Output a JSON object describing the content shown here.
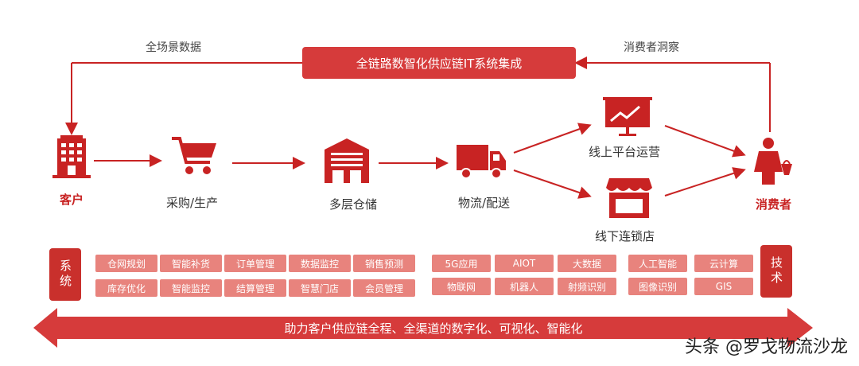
{
  "top": {
    "integration": "全链路数智化供应链IT系统集成",
    "left_label": "全场景数据",
    "right_label": "消费者洞察"
  },
  "nodes": {
    "customer": "客户",
    "procurement": "采购/生产",
    "warehouse": "多层仓储",
    "logistics": "物流/配送",
    "online": "线上平台运营",
    "offline": "线下连锁店",
    "consumer": "消费者"
  },
  "system": {
    "label": "系统",
    "items": [
      "仓网规划",
      "智能补货",
      "订单管理",
      "数据监控",
      "销售预测",
      "库存优化",
      "智能监控",
      "结算管理",
      "智慧门店",
      "会员管理"
    ]
  },
  "tech": {
    "label": "技术",
    "items": [
      "5G应用",
      "AIOT",
      "大数据",
      "人工智能",
      "云计算",
      "物联网",
      "机器人",
      "射频识别",
      "图像识别",
      "GIS"
    ]
  },
  "bottom": {
    "banner": "助力客户供应链全程、全渠道的数字化、可视化、智能化"
  },
  "watermark": "头条 @罗戈物流沙龙",
  "colors": {
    "red": "#d63b3b",
    "dark_red": "#c9302c",
    "pill": "#e8837d"
  }
}
